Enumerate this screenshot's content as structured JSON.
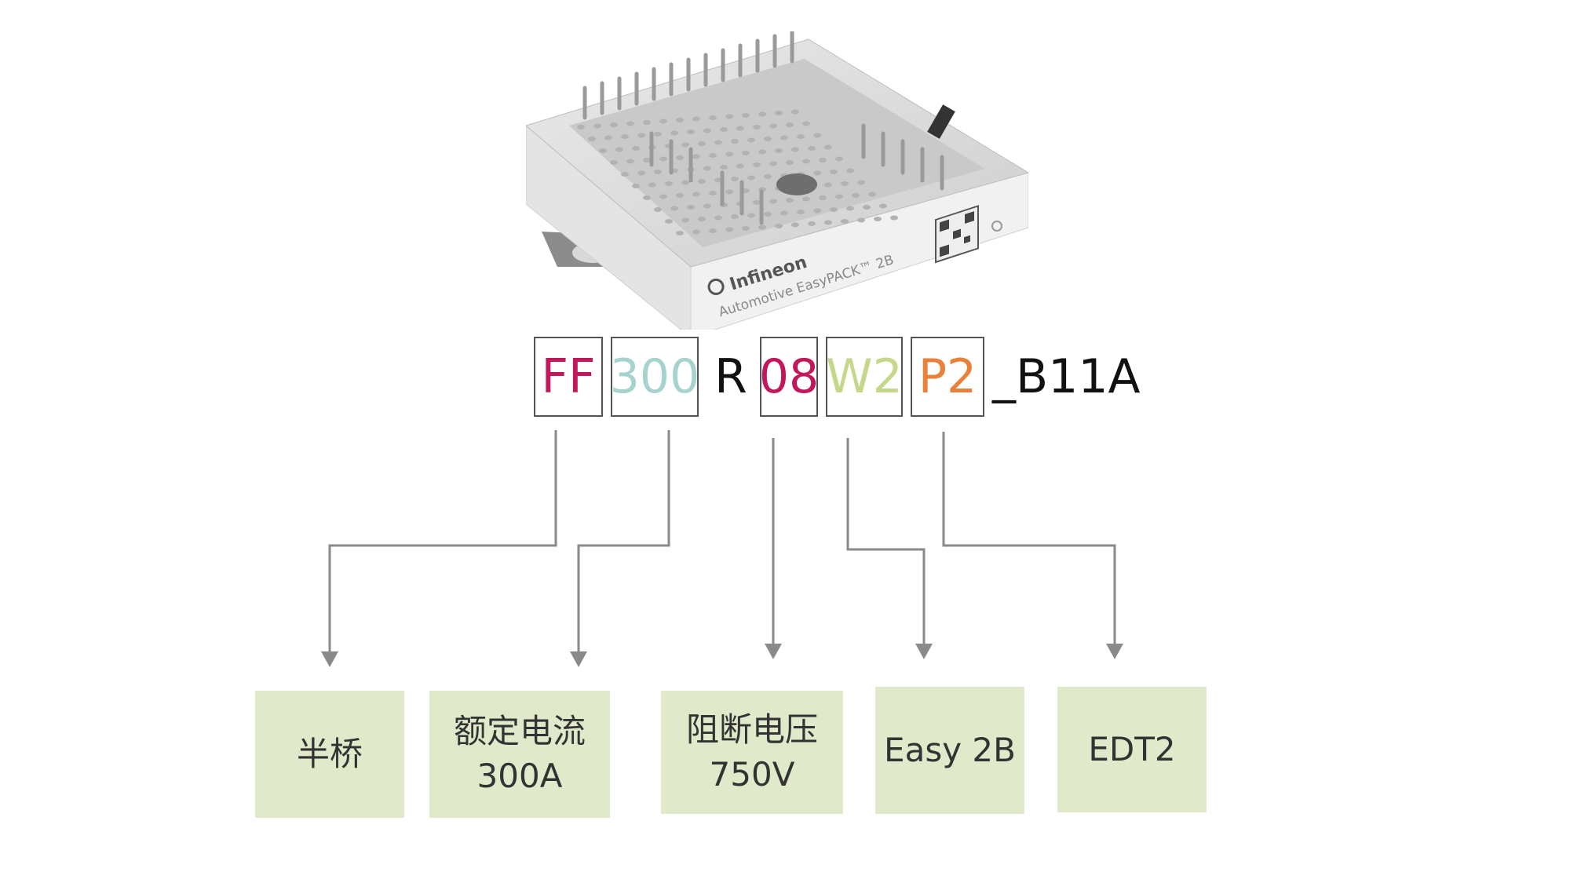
{
  "module": {
    "brand": "Infineon",
    "series": "Automotive EasyPACK™ 2B"
  },
  "part_number": {
    "segments": [
      {
        "text": "FF",
        "color": "#c2185b",
        "boxed": true
      },
      {
        "text": "300",
        "color": "#a7d3cf",
        "boxed": true
      },
      {
        "text": "R",
        "color": "#111111",
        "boxed": false
      },
      {
        "text": "08",
        "color": "#c2185b",
        "boxed": true
      },
      {
        "text": "W2",
        "color": "#c5d88a",
        "boxed": true
      },
      {
        "text": "P2",
        "color": "#e8823a",
        "boxed": true
      },
      {
        "text": "_B11A",
        "color": "#111111",
        "boxed": false
      }
    ]
  },
  "descriptions": [
    {
      "line1": "半桥",
      "line2": ""
    },
    {
      "line1": "额定电流",
      "line2": "300A"
    },
    {
      "line1": "阻断电压",
      "line2": "750V"
    },
    {
      "line1": "Easy 2B",
      "line2": ""
    },
    {
      "line1": "EDT2",
      "line2": ""
    }
  ],
  "colors": {
    "box_fill": "#e0e9c9",
    "connector": "#8a8a8a"
  }
}
